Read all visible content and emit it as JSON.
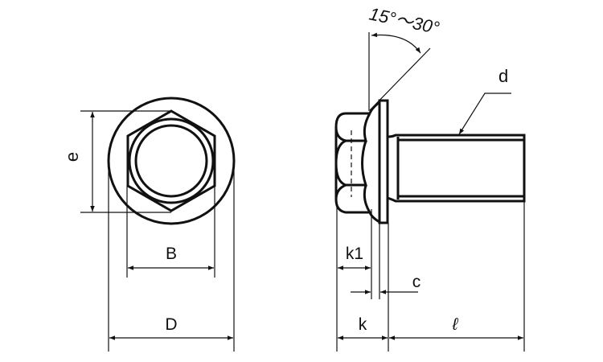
{
  "labels": {
    "e": "e",
    "B": "B",
    "D": "D",
    "d": "d",
    "k1": "k1",
    "c": "c",
    "k": "k",
    "l": "ℓ",
    "angle": "15°～30°"
  }
}
